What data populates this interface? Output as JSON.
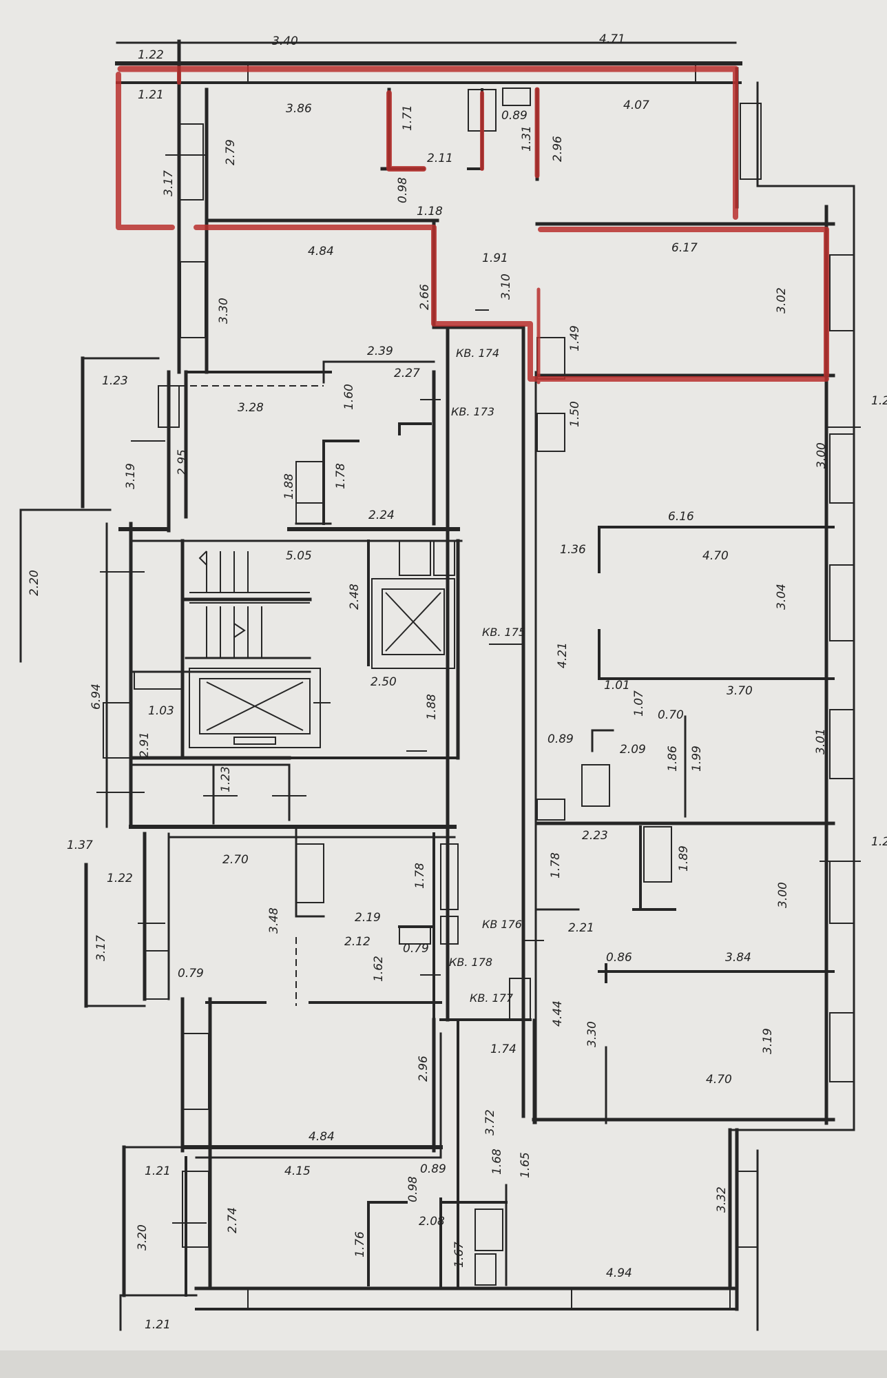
{
  "colors": {
    "paper": "#e9e8e5",
    "ink": "#262626",
    "highlight": "#b9302e",
    "background": "#c9c9c6"
  },
  "top_dims": {
    "d1": "1.22",
    "d2": "3.40",
    "d3": "4.71"
  },
  "apartments": {
    "a173": "КВ. 173",
    "a174": "КВ. 174",
    "a175": "КВ. 175",
    "a176": "КВ 176",
    "a177": "КВ. 177",
    "a178": "КВ. 178"
  },
  "dims": {
    "n121a": "1.21",
    "n386": "3.86",
    "n171": "1.71",
    "n211": "2.11",
    "n089a": "0.89",
    "n131": "1.31",
    "n296a": "2.96",
    "n407": "4.07",
    "n279": "2.79",
    "n317a": "3.17",
    "n098a": "0.98",
    "n118": "1.18",
    "n484a": "4.84",
    "n191": "1.91",
    "n617": "6.17",
    "n330a": "3.30",
    "n266": "2.66",
    "n310": "3.10",
    "n302": "3.02",
    "n149": "1.49",
    "n239": "2.39",
    "n227": "2.27",
    "n123a": "1.23",
    "n328": "3.28",
    "n160": "1.60",
    "n150": "1.50",
    "n319a": "3.19",
    "n295": "2.95",
    "n178a": "1.78",
    "n188a": "1.88",
    "n224": "2.24",
    "n300a": "3.00",
    "n122r": "1.2",
    "n616": "6.16",
    "n220": "2.20",
    "n505": "5.05",
    "n248": "2.48",
    "n136": "1.36",
    "n470a": "4.70",
    "n304": "3.04",
    "n421": "4.21",
    "n694": "6.94",
    "n250": "2.50",
    "n188b": "1.88",
    "n101": "1.01",
    "n370": "3.70",
    "n103": "1.03",
    "n107": "1.07",
    "n070": "0.70",
    "n291": "2.91",
    "n089b": "0.89",
    "n209": "2.09",
    "n186": "1.86",
    "n199": "1.99",
    "n301": "3.01",
    "n123b": "1.23",
    "n137": "1.37",
    "n270": "2.70",
    "n223": "2.23",
    "n189": "1.89",
    "n122b": "1.22",
    "n178b": "1.78",
    "n178c": "1.78",
    "n300b": "3.00",
    "n122r2": "1.2",
    "n348": "3.48",
    "n219": "2.19",
    "n212": "2.12",
    "n079a": "0.79",
    "n221": "2.21",
    "n317b": "3.17",
    "n162": "1.62",
    "n079b": "0.79",
    "n086": "0.86",
    "n384": "3.84",
    "n444": "4.44",
    "n330b": "3.30",
    "n319b": "3.19",
    "n174": "1.74",
    "n296b": "2.96",
    "n470b": "4.70",
    "n372": "3.72",
    "n484b": "4.84",
    "n121b": "1.21",
    "n415": "4.15",
    "n098b": "0.98",
    "n089c": "0.89",
    "n168": "1.68",
    "n165": "1.65",
    "n332": "3.32",
    "n320": "3.20",
    "n274": "2.74",
    "n208": "2.08",
    "n176": "1.76",
    "n167": "1.67",
    "n494": "4.94",
    "n121c": "1.21"
  }
}
